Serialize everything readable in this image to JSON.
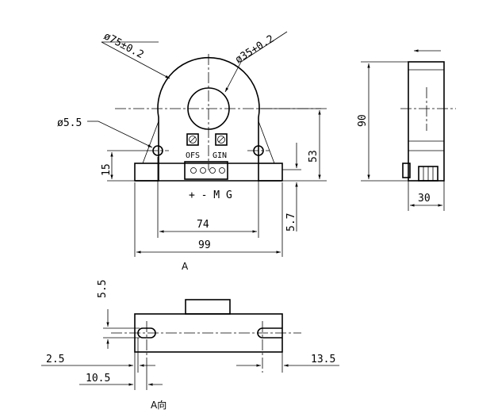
{
  "front_view": {
    "outer_diameter": "ø75±0.2",
    "inner_diameter": "ø35+0.2",
    "hole_diameter": "ø5.5",
    "pot_ofs": "OFS",
    "pot_gin": "GIN",
    "pins": "+ -  M G",
    "dim_15": "15",
    "dim_53": "53",
    "dim_5_7": "5.7",
    "dim_74": "74",
    "dim_99": "99",
    "view_label": "A"
  },
  "side_view": {
    "dim_90": "90",
    "dim_30": "30"
  },
  "bottom_view": {
    "dim_5_5": "5.5",
    "dim_2_5": "2.5",
    "dim_10_5": "10.5",
    "dim_13_5": "13.5",
    "view_label": "A向"
  }
}
